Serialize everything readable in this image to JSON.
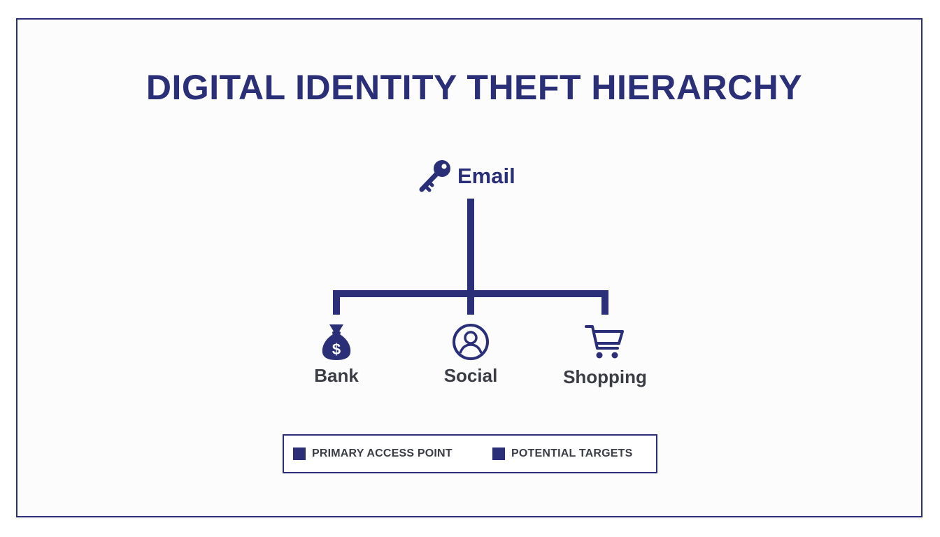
{
  "title": "DIGITAL IDENTITY THEFT HIERARCHY",
  "root": {
    "label": "Email",
    "icon": "key-icon"
  },
  "children": [
    {
      "label": "Bank",
      "icon": "money-bag-icon"
    },
    {
      "label": "Social",
      "icon": "user-circle-icon"
    },
    {
      "label": "Shopping",
      "icon": "shopping-cart-icon"
    }
  ],
  "legend": {
    "items": [
      {
        "label": "PRIMARY ACCESS POINT"
      },
      {
        "label": "POTENTIAL TARGETS"
      }
    ]
  },
  "colors": {
    "primary": "#2a2f78",
    "label_text": "#3b3d45",
    "background": "#ffffff"
  }
}
